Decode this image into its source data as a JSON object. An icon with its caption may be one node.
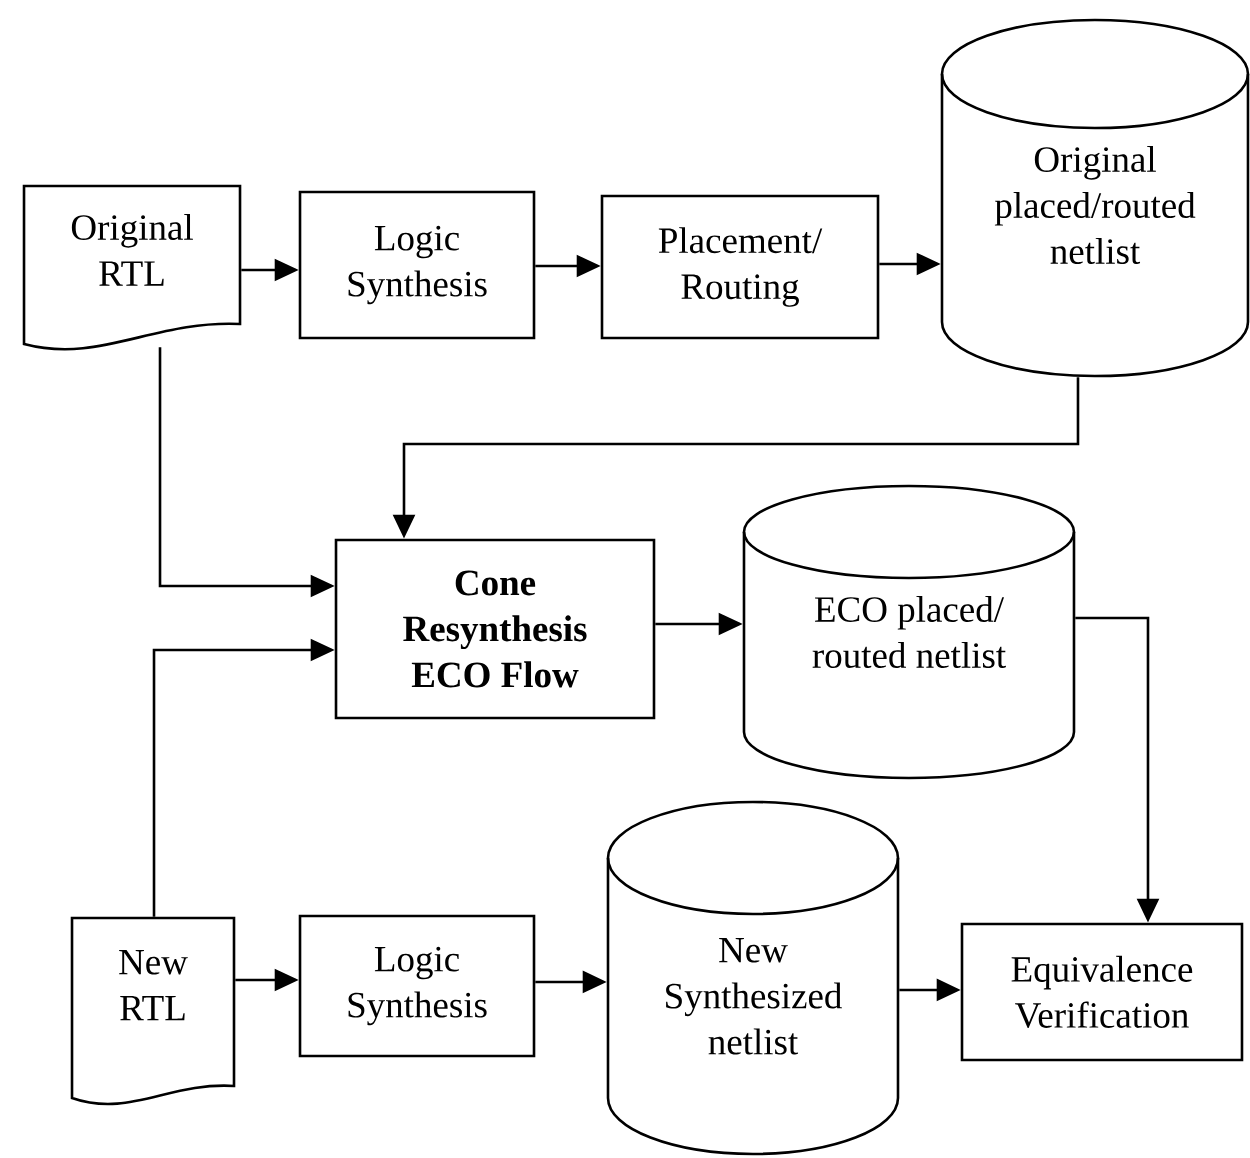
{
  "diagram": {
    "nodes": [
      {
        "text": [
          "Original RTL"
        ]
      },
      {
        "text": [
          "Logic Synthesis"
        ]
      },
      {
        "text": [
          "Placement/ Routing"
        ]
      },
      {
        "text": [
          "Original placed/routed netlist"
        ]
      },
      {
        "text": [
          "Cone Resynthesis ECO Flow"
        ]
      },
      {
        "text": [
          "ECO placed/ routed netlist"
        ]
      },
      {
        "text": [
          "New RTL"
        ]
      },
      {
        "text": [
          "Logic Synthesis"
        ]
      },
      {
        "text": [
          "New Synthesized netlist"
        ]
      },
      {
        "text": [
          "Equivalence Verification"
        ]
      }
    ],
    "edges": [
      {
        "from": 0,
        "to": 1,
        "arrow": "to"
      },
      {
        "from": 1,
        "to": 2,
        "arrow": "to"
      },
      {
        "from": 2,
        "to": 3,
        "arrow": "to"
      },
      {
        "from": 3,
        "to": 4,
        "arrow": "to"
      },
      {
        "from": 0,
        "to": 4,
        "arrow": "to"
      },
      {
        "from": 6,
        "to": 4,
        "arrow": "to"
      },
      {
        "from": 4,
        "to": 5,
        "arrow": "to"
      },
      {
        "from": 5,
        "to": 9,
        "arrow": "to"
      },
      {
        "from": 6,
        "to": 7,
        "arrow": "to"
      },
      {
        "from": 7,
        "to": 8,
        "arrow": "to"
      },
      {
        "from": 8,
        "to": 9,
        "arrow": "to"
      }
    ]
  }
}
